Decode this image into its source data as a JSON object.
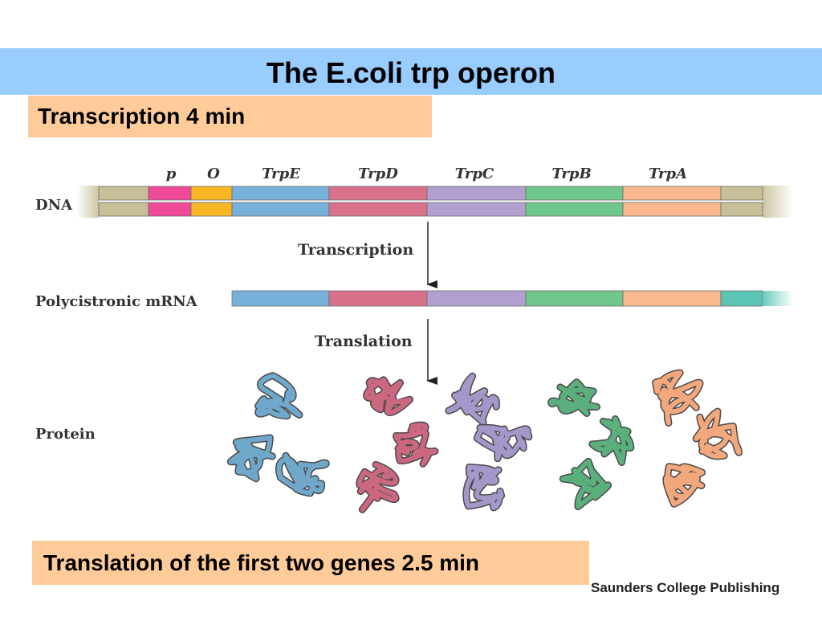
{
  "title": "The E.coli trp operon",
  "transcription_box": "Transcription  4 min",
  "translation_box": "Translation of the first two genes 2.5 min",
  "credit": "Saunders College Publishing",
  "diagram": {
    "row_labels": {
      "dna": "DNA",
      "mrna": "Polycistronic mRNA",
      "protein": "Protein"
    },
    "step_labels": {
      "transcription": "Transcription",
      "translation": "Translation"
    },
    "dna_segments": [
      {
        "label": "",
        "color": "#c8bf98"
      },
      {
        "label": "p",
        "color": "#ef4a9a"
      },
      {
        "label": "O",
        "color": "#f8b624"
      },
      {
        "label": "TrpE",
        "color": "#77b1d9"
      },
      {
        "label": "TrpD",
        "color": "#d9718b"
      },
      {
        "label": "TrpC",
        "color": "#afa0d0"
      },
      {
        "label": "TrpB",
        "color": "#70c78b"
      },
      {
        "label": "TrpA",
        "color": "#f9b88d"
      },
      {
        "label": "",
        "color": "#c8bf98"
      }
    ],
    "mrna_segments": [
      {
        "color": "#77b1d9"
      },
      {
        "color": "#d9718b"
      },
      {
        "color": "#afa0d0"
      },
      {
        "color": "#70c78b"
      },
      {
        "color": "#f9b88d"
      },
      {
        "color": "#5cc4b4"
      }
    ],
    "protein_colors": [
      "#6fa8cb",
      "#cc6780",
      "#a597c9",
      "#5ab07c",
      "#f2a77c"
    ]
  }
}
